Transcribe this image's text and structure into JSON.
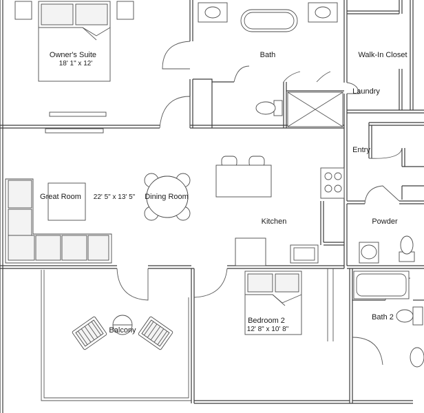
{
  "rooms": {
    "owners_suite": {
      "name": "Owner's Suite",
      "dims": "18' 1\" x 12'"
    },
    "bath": {
      "name": "Bath"
    },
    "walk_in_closet": {
      "name": "Walk-In Closet"
    },
    "laundry": {
      "name": "Laundry"
    },
    "entry": {
      "name": "Entry"
    },
    "great_room": {
      "name": "Great Room",
      "dims": "22' 5\" x 13' 5\""
    },
    "dining_room": {
      "name": "Dining Room"
    },
    "kitchen": {
      "name": "Kitchen"
    },
    "powder": {
      "name": "Powder"
    },
    "balcony": {
      "name": "Balcony"
    },
    "bedroom_2": {
      "name": "Bedroom 2",
      "dims": "12' 8\" x 10' 8\""
    },
    "bath_2": {
      "name": "Bath 2"
    }
  }
}
